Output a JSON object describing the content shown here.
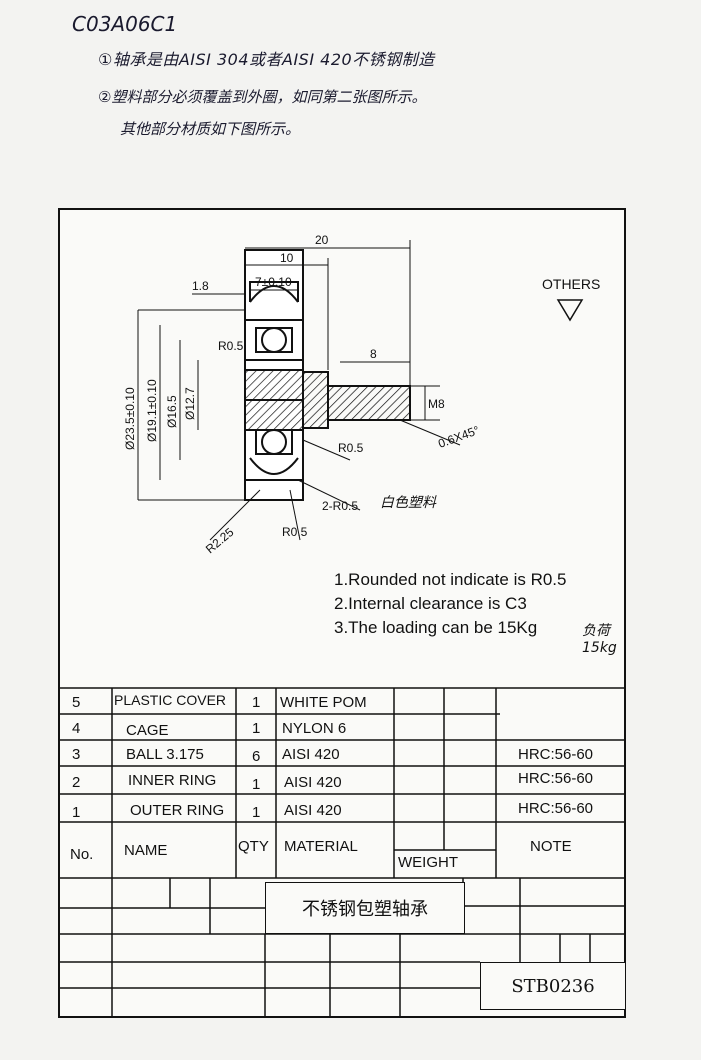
{
  "handwritten": {
    "title": "C03A06C1",
    "line1": "①轴承是由AISI 304或者AISI 420不锈钢制造",
    "line2": "②塑料部分必须覆盖到外圈，如同第二张图所示。",
    "line3": "其他部分材质如下图所示。",
    "material_note": "白色塑料",
    "load_note": "负荷15kg"
  },
  "drawing": {
    "others_label": "OTHERS",
    "dims": {
      "d_20": "20",
      "d_10": "10",
      "d_7": "7±0.10",
      "d_18": "1.8",
      "d_8": "8",
      "d_m8": "M8",
      "d_outer": "Ø23.5±0.10",
      "d_19": "Ø19.1±0.10",
      "d_16": "Ø16.5",
      "d_127": "Ø12.7",
      "r05a": "R0.5",
      "r05b": "R0.5",
      "r05c": "R0.5",
      "r225": "R2.25",
      "chamfer1": "0.6X45°",
      "chamfer2": "2-R0.5"
    }
  },
  "notes": [
    "1.Rounded not indicate is R0.5",
    "2.Internal clearance is C3",
    "3.The loading can be 15Kg"
  ],
  "bom": {
    "rows": [
      {
        "no": "5",
        "name": "PLASTIC COVER",
        "qty": "1",
        "material": "WHITE POM",
        "note": ""
      },
      {
        "no": "4",
        "name": "CAGE",
        "qty": "1",
        "material": "NYLON 6",
        "note": ""
      },
      {
        "no": "3",
        "name": "BALL 3.175",
        "qty": "6",
        "material": "AISI 420",
        "note": "HRC:56-60"
      },
      {
        "no": "2",
        "name": "INNER RING",
        "qty": "1",
        "material": "AISI 420",
        "note": "HRC:56-60"
      },
      {
        "no": "1",
        "name": "OUTER RING",
        "qty": "1",
        "material": "AISI 420",
        "note": "HRC:56-60"
      }
    ],
    "header": {
      "no": "No.",
      "name": "NAME",
      "qty": "QTY",
      "material": "MATERIAL",
      "weight": "WEIGHT",
      "note": "NOTE"
    }
  },
  "title_block": {
    "title": "不锈钢包塑轴承",
    "code": "STB0236"
  }
}
